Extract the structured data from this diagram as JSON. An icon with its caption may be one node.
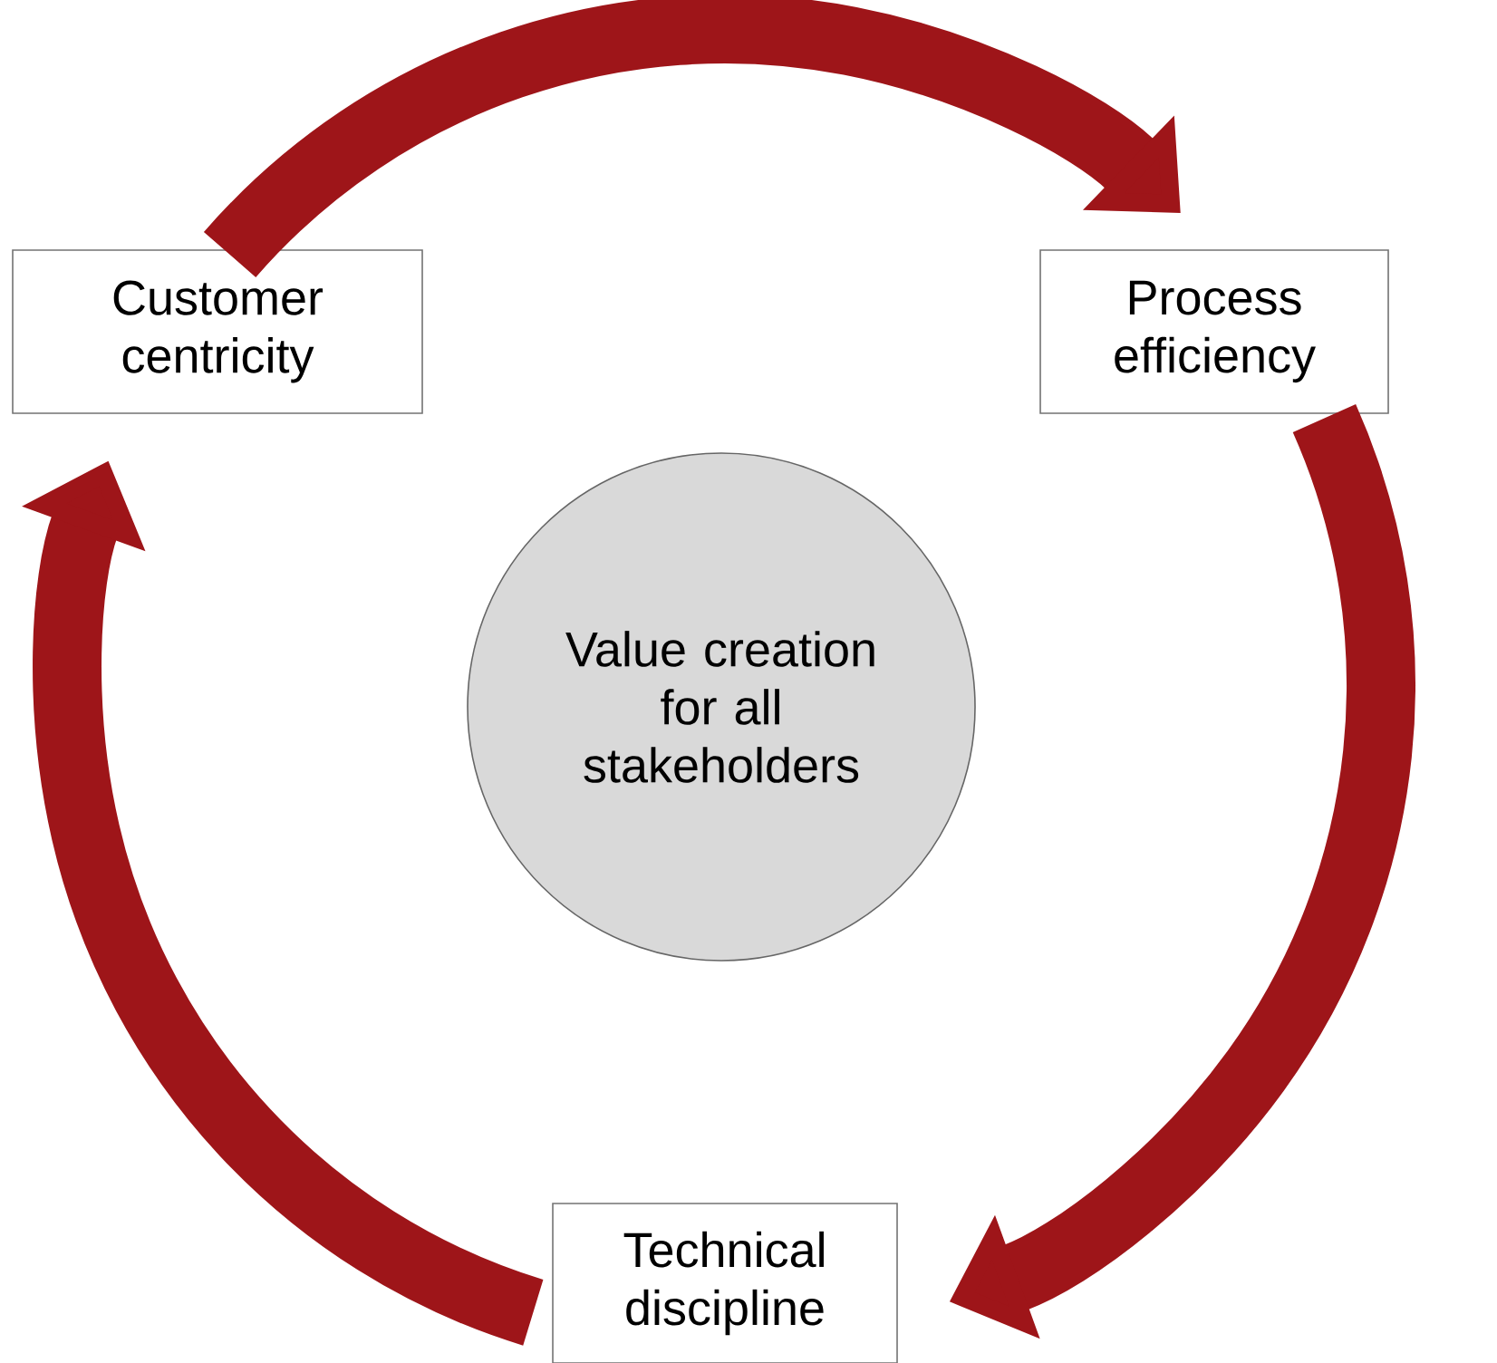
{
  "diagram": {
    "nodes": [
      {
        "text": [
          "Customer centricity"
        ]
      },
      {
        "text": [
          "Process efficiency"
        ]
      },
      {
        "text": [
          "Technical discipline"
        ]
      },
      {
        "text": [
          "Value creation for all stakeholders"
        ]
      }
    ],
    "edges": [
      {
        "from": 0,
        "to": 1,
        "arrow": "to"
      },
      {
        "from": 1,
        "to": 2,
        "arrow": "to"
      },
      {
        "from": 2,
        "to": 0,
        "arrow": "to"
      }
    ]
  }
}
